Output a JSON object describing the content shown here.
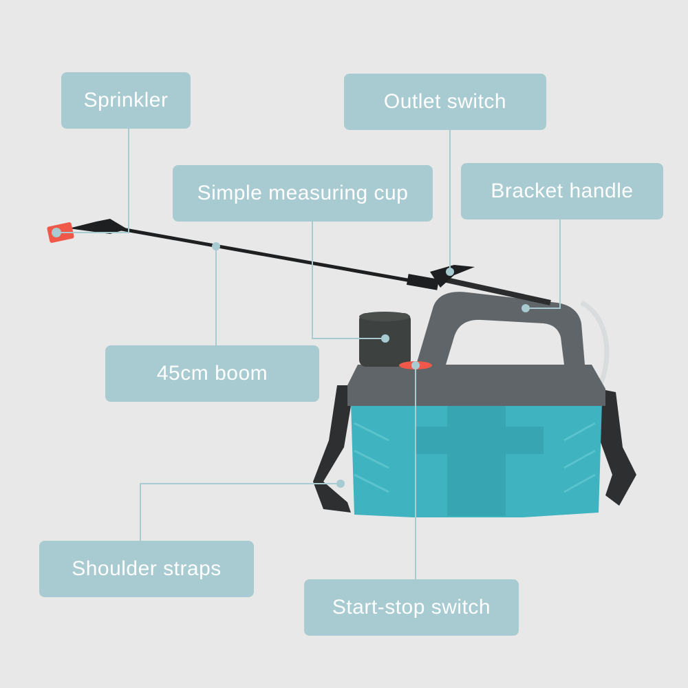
{
  "labels": {
    "sprinkler": "Sprinkler",
    "outlet_switch": "Outlet switch",
    "measuring_cup": "Simple measuring cup",
    "bracket_handle": "Bracket handle",
    "boom": "45cm boom",
    "shoulder_straps": "Shoulder straps",
    "start_stop_switch": "Start-stop switch"
  },
  "colors": {
    "background": "#e8e8e8",
    "label_bg": "#a8cad1",
    "leader_line": "#a8cad1",
    "tank_body": "#3fb3bf",
    "tank_top": "#5f6569",
    "nozzle": "#f0584a"
  }
}
